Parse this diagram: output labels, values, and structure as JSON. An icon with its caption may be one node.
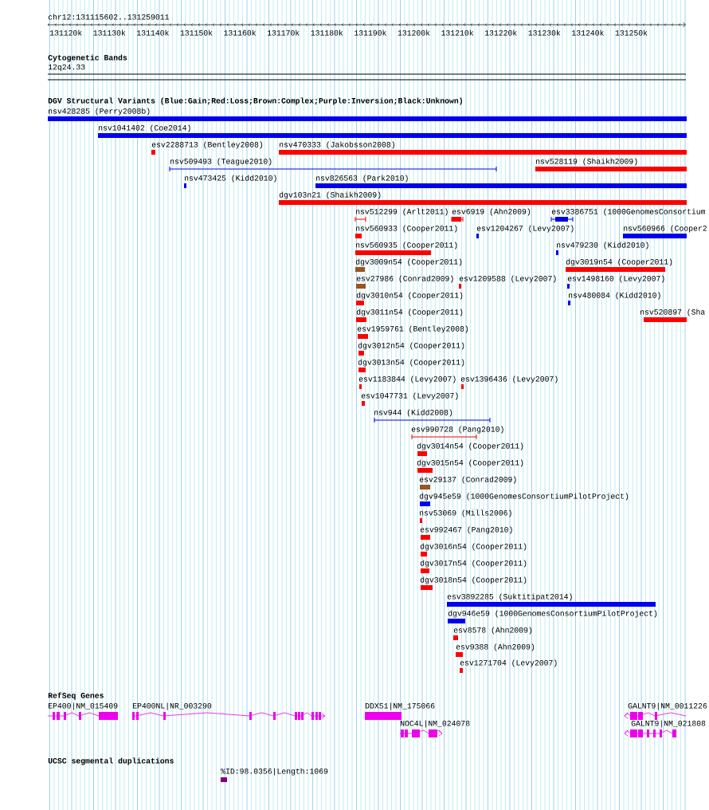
{
  "diagram": {
    "labels": [
      "chr12:131115602..131259011",
      "131120k",
      "131130k",
      "131140k",
      "131150k",
      "131160k",
      "131170k",
      "131180k",
      "131190k",
      "131200k",
      "131210k",
      "131220k",
      "131230k",
      "131240k",
      "131250k",
      "Cytogenetic Bands",
      "12q24.33",
      "DGV Structural Variants (Blue:Gain;Red:Loss;Brown:Complex;Purple:Inversion;Black:Unknown)",
      "nsv428285 (Perry2008b)",
      "nsv1041402 (Coe2014)",
      "esv2288713 (Bentley2008)",
      "nsv470333 (Jakobsson2008)",
      "nsv509493 (Teague2010)",
      "nsv528119 (Shaikh2009)",
      "nsv473425 (Kidd2010)",
      "nsv826563 (Park2010)",
      "dgv103n21 (Shaikh2009)",
      "nsv512299 (Arlt2011)",
      "esv6919 (Ahn2009)",
      "esv3386751 (1000GenomesConsortium",
      "nsv560933 (Cooper2011)",
      "esv1204267 (Levy2007)",
      "nsv560966 (Cooper2",
      "nsv560935 (Cooper2011)",
      "nsv479230 (Kidd2010)",
      "dgv3009n54 (Cooper2011)",
      "dgv3019n54 (Cooper2011)",
      "esv27986 (Conrad2009)",
      "esv1209588 (Levy2007)",
      "esv1498160 (Levy2007)",
      "dgv3010n54 (Cooper2011)",
      "nsv480084 (Kidd2010)",
      "dgv3011n54 (Cooper2011)",
      "nsv520897 (Sha",
      "esv1959761 (Bentley2008)",
      "dgv3012n54 (Cooper2011)",
      "dgv3013n54 (Cooper2011)",
      "esv1183844 (Levy2007)",
      "esv1396436 (Levy2007)",
      "esv1047731 (Levy2007)",
      "nsv944 (Kidd2008)",
      "esv990728 (Pang2010)",
      "dgv3014n54 (Cooper2011)",
      "dgv3015n54 (Cooper2011)",
      "esv29137 (Conrad2009)",
      "dgv945e59 (1000GenomesConsortiumPilotProject)",
      "nsv53069 (Mills2006)",
      "esv992467 (Pang2010)",
      "dgv3016n54 (Cooper2011)",
      "dgv3017n54 (Cooper2011)",
      "dgv3018n54 (Cooper2011)",
      "esv3892285 (Suktitipat2014)",
      "dgv946e59 (1000GenomesConsortiumPilotProject)",
      "esv8578 (Ahn2009)",
      "esv9388 (Ahn2009)",
      "esv1271704 (Levy2007)",
      "RefSeq Genes",
      "EP400|NM_015409",
      "EP400NL|NR_003290",
      "DDX51|NM_175066",
      "GALNT9|NM_0011226",
      "NOC4L|NM_024078",
      "GALNT9|NM_021808",
      "UCSC segmental duplications",
      "%ID:98.0356|Length:1069"
    ]
  }
}
